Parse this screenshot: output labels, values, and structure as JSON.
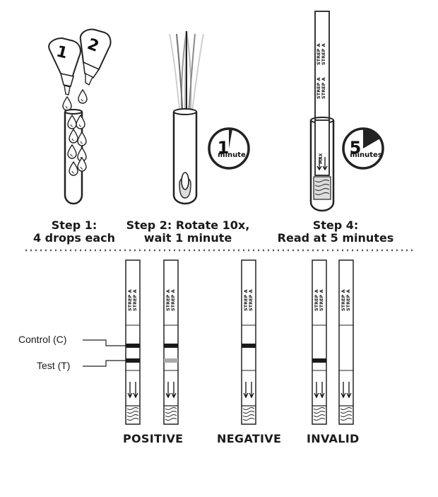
{
  "bottles": {
    "first": "1",
    "second": "2"
  },
  "timers": {
    "one": {
      "number": "1",
      "unit": "minute"
    },
    "five": {
      "number": "5",
      "unit": "minutes"
    }
  },
  "strip_text": {
    "brand": "STREP A",
    "max": "MAX"
  },
  "steps": {
    "step1": {
      "line1": "Step 1:",
      "line2": "4 drops each"
    },
    "step2": {
      "line1": "Step 2: Rotate 10x,",
      "line2": "wait 1 minute"
    },
    "step4": {
      "line1": "Step 4:",
      "line2": "Read at 5 minutes"
    }
  },
  "line_labels": {
    "control": "Control (C)",
    "test": "Test (T)"
  },
  "results": {
    "positive": "POSITIVE",
    "negative": "NEGATIVE",
    "invalid": "INVALID"
  }
}
